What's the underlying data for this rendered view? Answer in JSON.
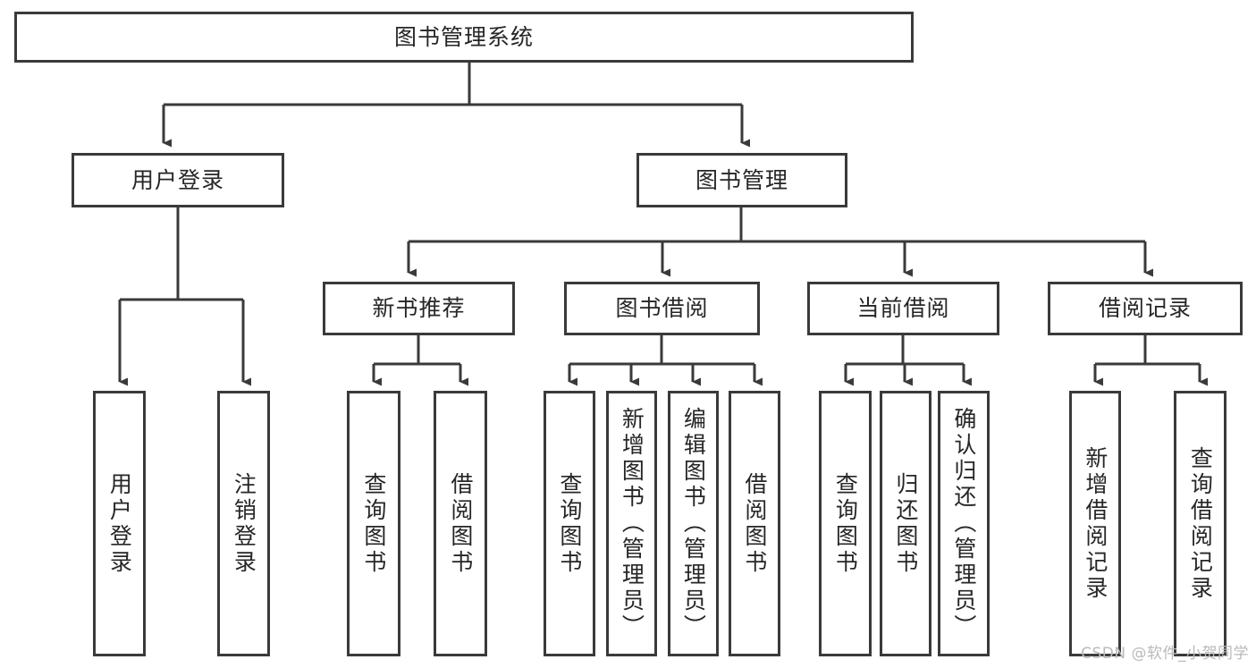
{
  "diagram": {
    "title": "图书管理系统",
    "type": "hierarchy-tree",
    "root": {
      "label": "图书管理系统"
    },
    "level2": [
      {
        "label": "用户登录"
      },
      {
        "label": "图书管理"
      }
    ],
    "level3": [
      {
        "label": "新书推荐"
      },
      {
        "label": "图书借阅"
      },
      {
        "label": "当前借阅"
      },
      {
        "label": "借阅记录"
      }
    ],
    "leaves": {
      "user_login": [
        {
          "label": "用户登录"
        },
        {
          "label": "注销登录"
        }
      ],
      "new_book_recommend": [
        {
          "label": "查询图书"
        },
        {
          "label": "借阅图书"
        }
      ],
      "book_borrow": [
        {
          "label": "查询图书"
        },
        {
          "label": "新增图书（管理员）"
        },
        {
          "label": "编辑图书（管理员）"
        },
        {
          "label": "借阅图书"
        }
      ],
      "current_borrow": [
        {
          "label": "查询图书"
        },
        {
          "label": "归还图书"
        },
        {
          "label": "确认归还（管理员）"
        }
      ],
      "borrow_record": [
        {
          "label": "新增借阅记录"
        },
        {
          "label": "查询借阅记录"
        }
      ]
    }
  },
  "watermark": {
    "text": "CSDN @软件_小贺同学"
  },
  "colors": {
    "stroke": "#3a3a3a",
    "text": "#262626",
    "background": "#ffffff",
    "watermark": "#b9b9b9"
  }
}
